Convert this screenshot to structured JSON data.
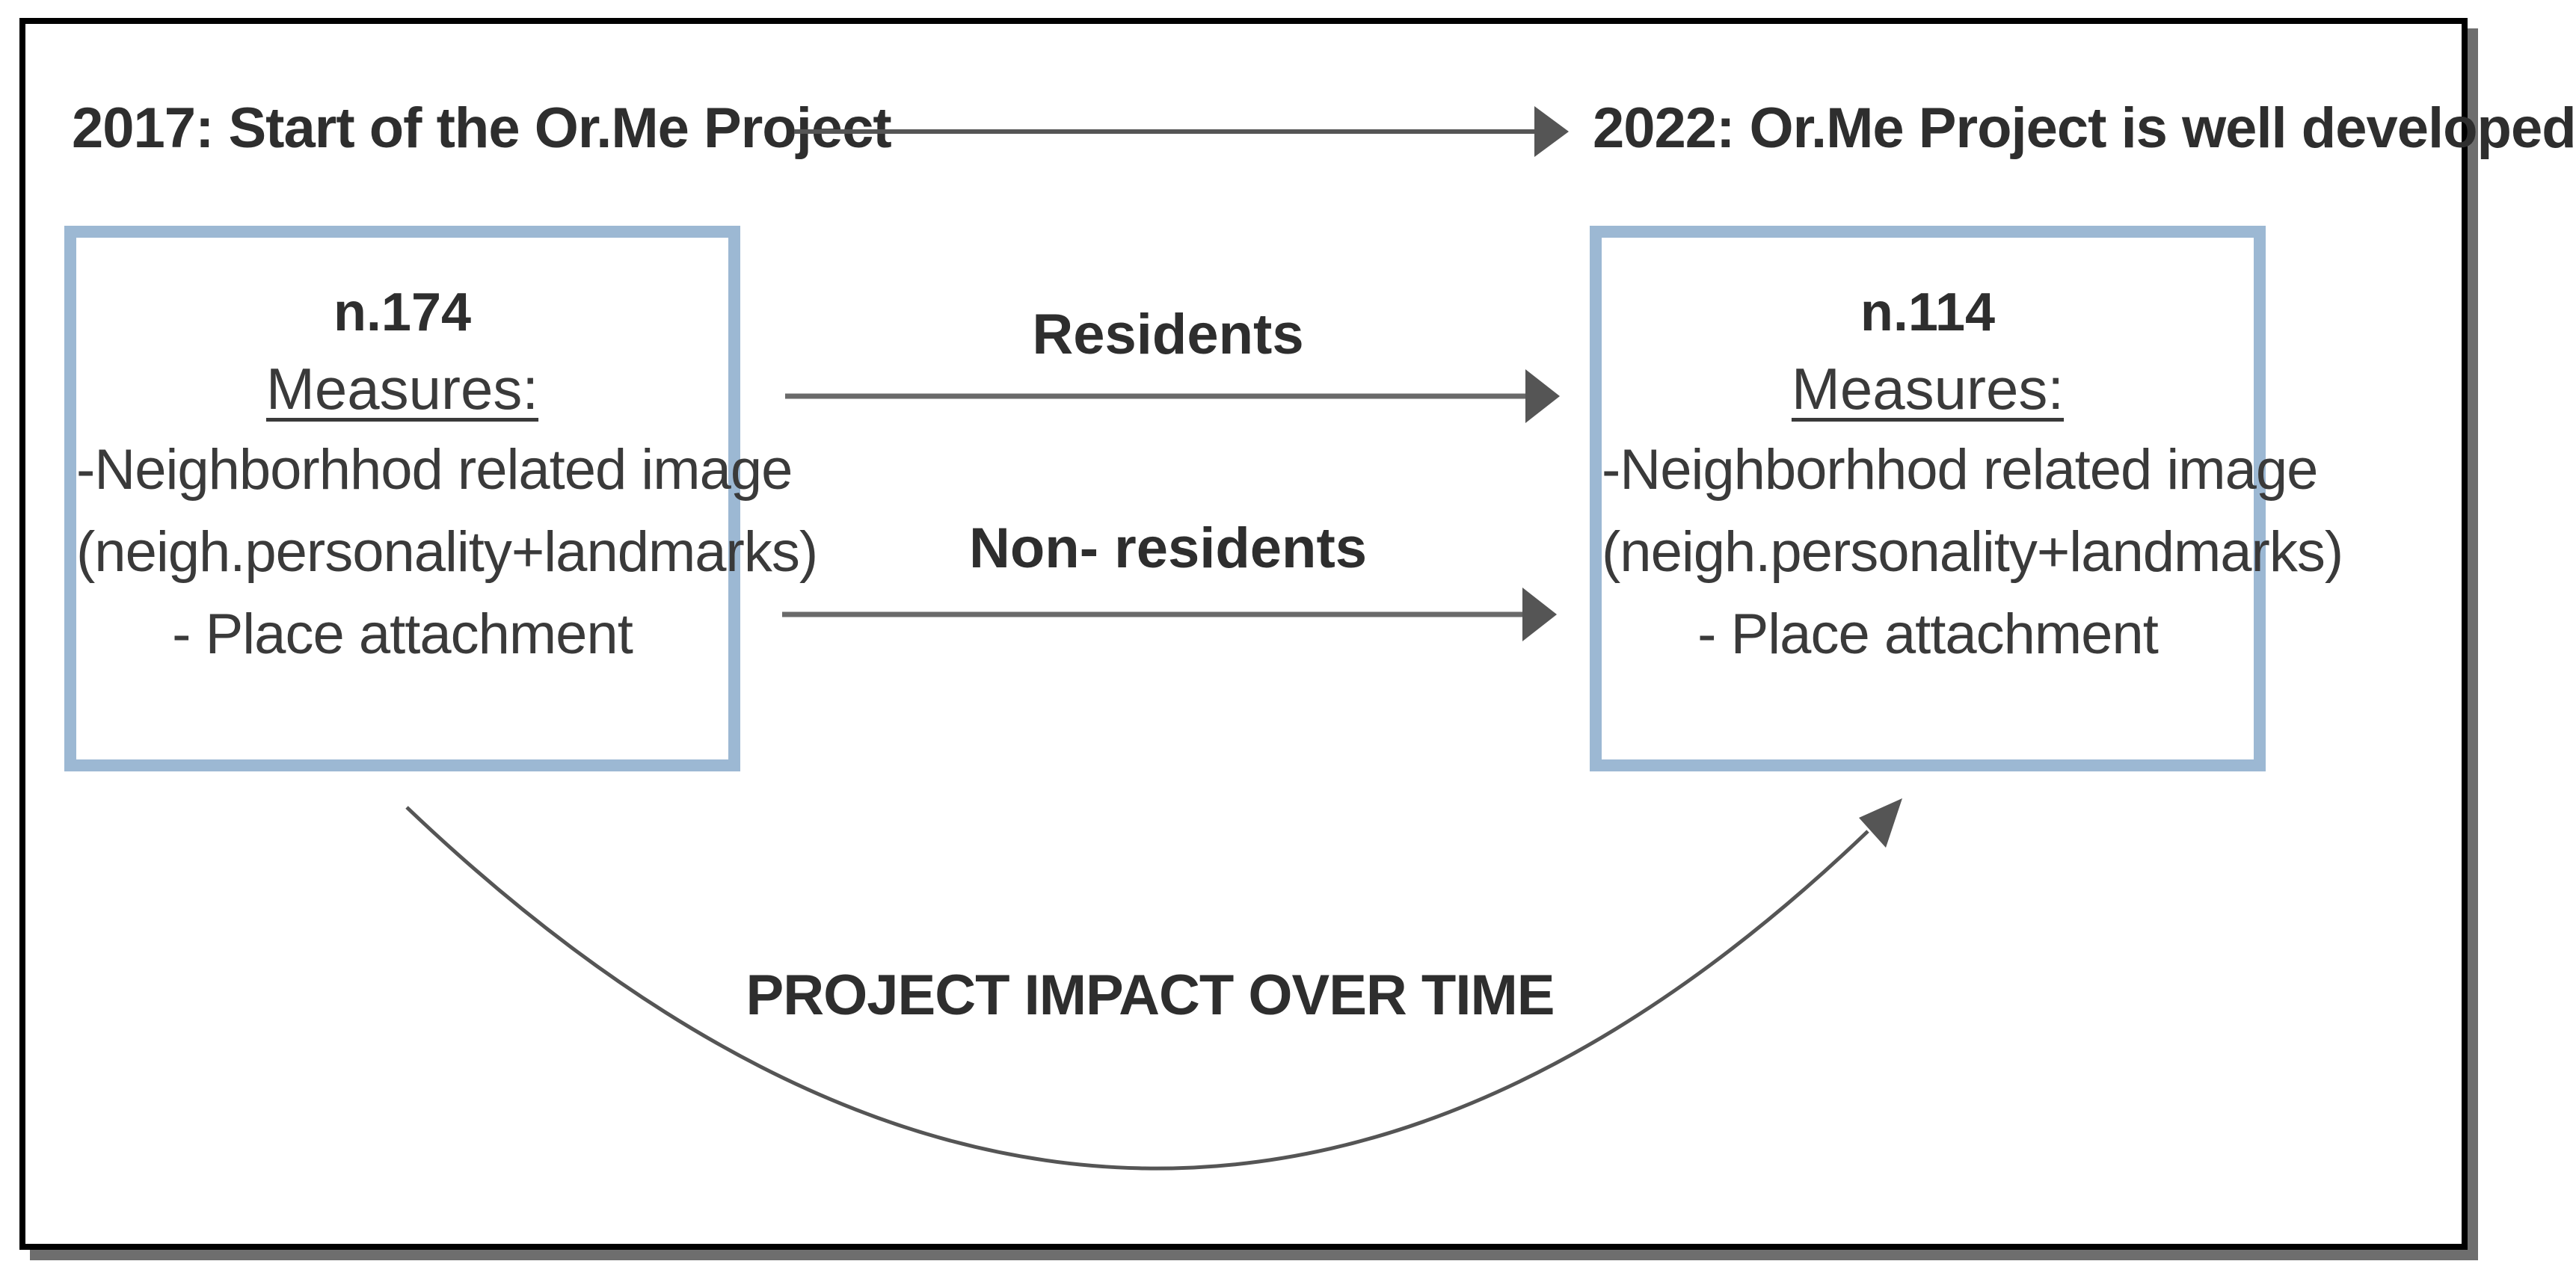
{
  "headings": {
    "start": "2017: Start of the Or.Me Project",
    "end": "2022: Or.Me Project is well developed"
  },
  "boxes": {
    "start": {
      "n": "n.174",
      "measures_label": "Measures:",
      "lines": [
        "-Neighborhhod related image",
        "(neigh.personality+landmarks)",
        "- Place attachment"
      ]
    },
    "end": {
      "n": "n.114",
      "measures_label": "Measures:",
      "lines": [
        "-Neighborhhod related image",
        "(neigh.personality+landmarks)",
        "- Place attachment"
      ]
    }
  },
  "arrows": {
    "residents": "Residents",
    "non_residents": "Non- residents",
    "impact": "PROJECT IMPACT OVER TIME"
  },
  "colors": {
    "box_border": "#9cb8d3",
    "arrow": "#555555",
    "frame": "#000000"
  }
}
